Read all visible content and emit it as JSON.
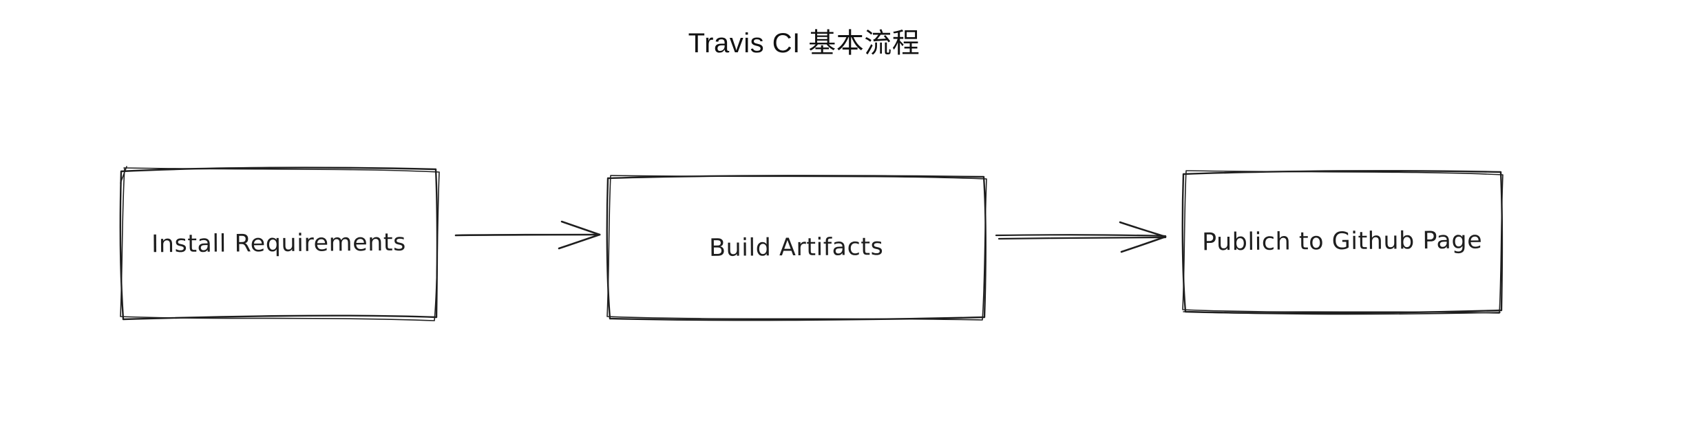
{
  "title": "Travis CI 基本流程",
  "canvas": {
    "background_color": "#ffffff",
    "stroke_color": "#1e1e1e",
    "style": "hand-drawn-sketch"
  },
  "nodes": [
    {
      "id": "install-requirements",
      "label": "Install Requirements"
    },
    {
      "id": "build-artifacts",
      "label": "Build Artifacts"
    },
    {
      "id": "publish-github-page",
      "label": "Publich to Github Page"
    }
  ],
  "edges": [
    {
      "from": "install-requirements",
      "to": "build-artifacts",
      "direction": "right",
      "line_style": "single"
    },
    {
      "from": "build-artifacts",
      "to": "publish-github-page",
      "direction": "right",
      "line_style": "double"
    }
  ]
}
